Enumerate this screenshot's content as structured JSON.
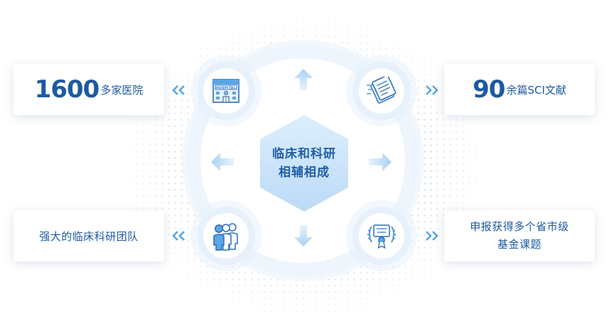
{
  "center": {
    "line1": "临床和科研",
    "line2": "相辅相成"
  },
  "cards": {
    "hospitals": {
      "number": "1600",
      "label": "多家医院"
    },
    "papers": {
      "number": "90",
      "label": "余篇SCI文献"
    },
    "team": {
      "label": "强大的临床科研团队"
    },
    "funding": {
      "line1": "申报获得多个省市级",
      "line2": "基金课题"
    }
  },
  "icons": {
    "hospital_sign": "HOSPITAL"
  },
  "colors": {
    "primary_text": "#1d5aa0",
    "hex_text": "#1f5fa6",
    "accent": "#5aa6e6",
    "arrow": "#c7e0f6"
  }
}
